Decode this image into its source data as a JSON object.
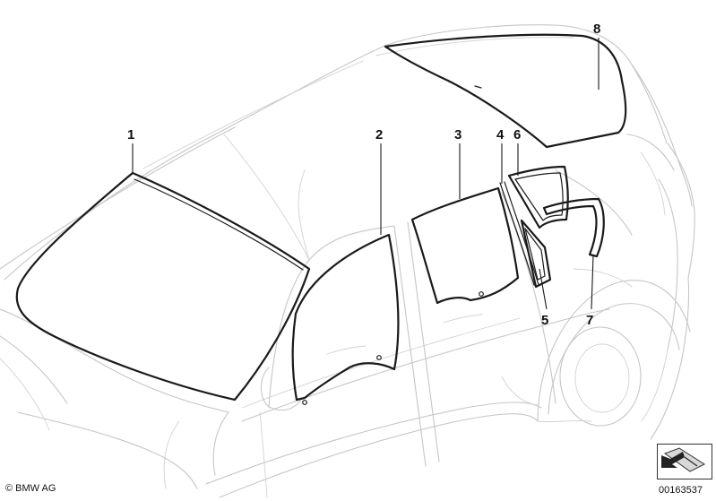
{
  "callouts": [
    "1",
    "2",
    "3",
    "4",
    "5",
    "6",
    "7",
    "8"
  ],
  "footer": {
    "copyright": "© BMW AG",
    "reference_number": "00163537"
  },
  "icons": {
    "reference": "folded-corner-arrow-icon"
  }
}
